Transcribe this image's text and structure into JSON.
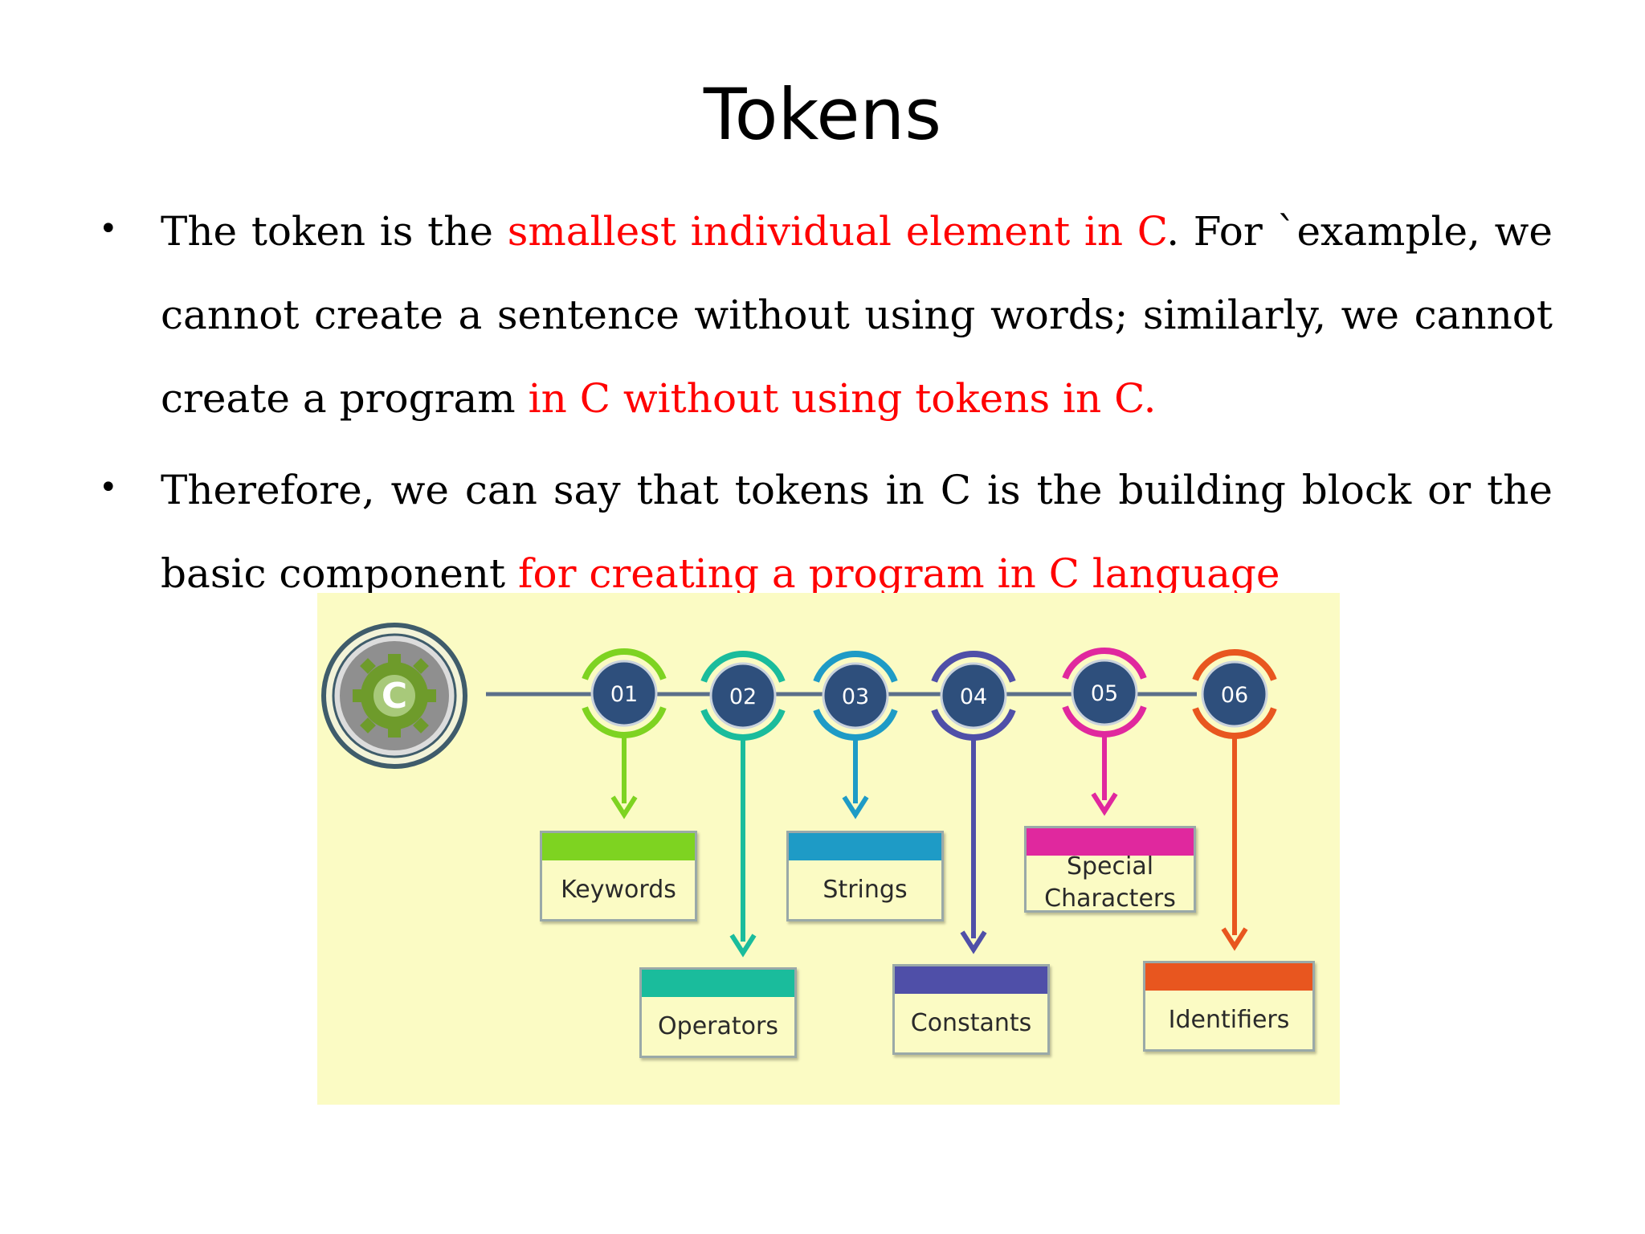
{
  "slide": {
    "title": "Tokens",
    "bullet_symbol": "•",
    "bullets": [
      {
        "parts": [
          {
            "text": "The token is the ",
            "color": "black"
          },
          {
            "text": "smallest individual element in C",
            "color": "red"
          },
          {
            "text": ". For `example, we cannot create a sentence without using words; similarly, we cannot create a program ",
            "color": "black"
          },
          {
            "text": "in C without using tokens in C.",
            "color": "red"
          }
        ]
      },
      {
        "parts": [
          {
            "text": "Therefore, we can say that tokens in C is the building block or the basic component ",
            "color": "black"
          },
          {
            "text": "for creating a program in C language",
            "color": "red"
          }
        ]
      }
    ]
  },
  "diagram": {
    "center_logo_letter": "C",
    "background_color": "#fbfbc4",
    "tokens": [
      {
        "number": "01",
        "label": "Keywords",
        "color": "#7ed321"
      },
      {
        "number": "02",
        "label": "Operators",
        "color": "#1abc9c"
      },
      {
        "number": "03",
        "label": "Strings",
        "color": "#1e9bc6"
      },
      {
        "number": "04",
        "label": "Constants",
        "color": "#4f4fa8"
      },
      {
        "number": "05",
        "label": "Special Characters",
        "color": "#e0289e"
      },
      {
        "number": "06",
        "label": "Identifiers",
        "color": "#e8561f"
      }
    ]
  }
}
